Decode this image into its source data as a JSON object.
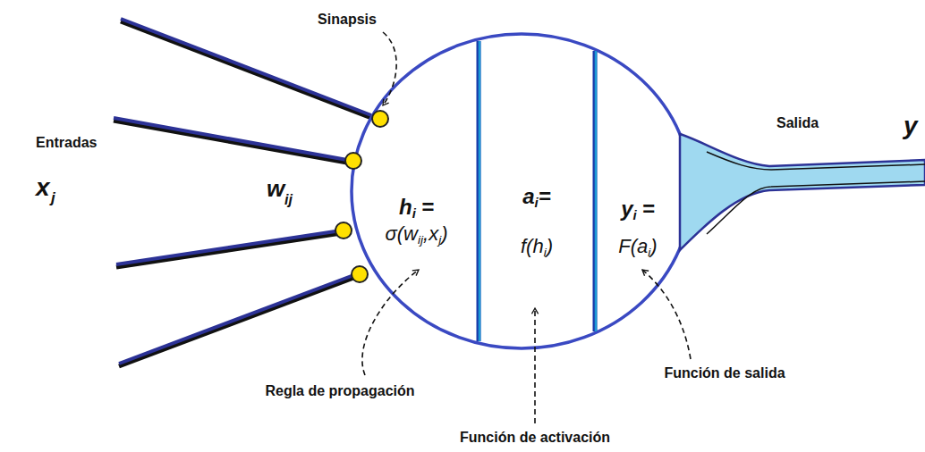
{
  "diagram": {
    "nodes": [
      {
        "text": [
          "h",
          "i",
          "=",
          "σ(w",
          "ij",
          ",x",
          "j",
          ")"
        ]
      },
      {
        "text": [
          "a",
          "i",
          "=",
          "f(h",
          "i",
          ")"
        ]
      },
      {
        "text": [
          "y",
          "i",
          "=",
          "F(a",
          "i",
          ")"
        ]
      }
    ],
    "labels": [
      "Sinapsis",
      "Entradas",
      "x",
      "j",
      "w",
      "ij",
      "Salida",
      "y",
      "Regla de propagación",
      "Función de salida",
      "Función de activación"
    ]
  }
}
